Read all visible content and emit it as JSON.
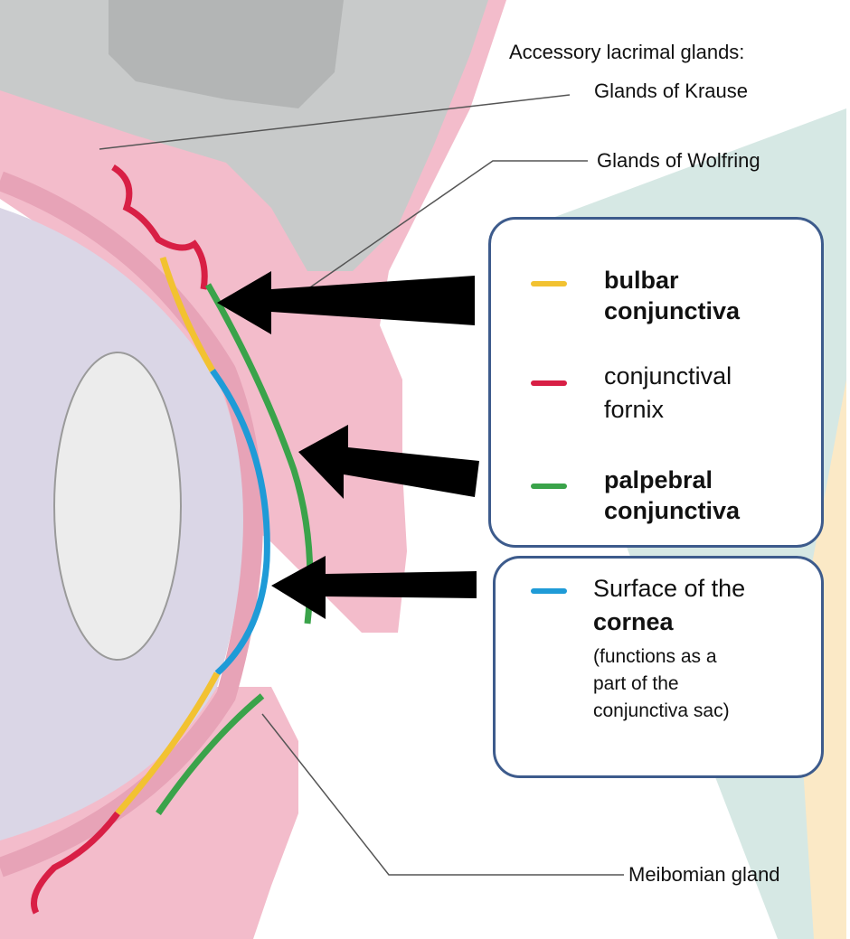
{
  "labels": {
    "accessory": "Accessory lacrimal glands:",
    "krause": "Glands of Krause",
    "wolfring": "Glands of Wolfring",
    "meibomian": "Meibomian gland"
  },
  "legend": {
    "bulbar": {
      "line1": "bulbar",
      "line2": "conjunctiva",
      "color": "#f2c231"
    },
    "fornix": {
      "line1": "conjunctival",
      "line2": "fornix",
      "color": "#d81f45"
    },
    "palpebral": {
      "line1": "palpebral",
      "line2": "conjunctiva",
      "color": "#3aa34a"
    },
    "cornea": {
      "line1": "Surface of the",
      "line2": "cornea",
      "note1": "(functions as a",
      "note2": "part of the",
      "note3": "conjunctiva sac)",
      "color": "#1f9bd7"
    }
  },
  "colors": {
    "skin": "#f1b8c8",
    "skin_dark": "#e89ab0",
    "globe": "#dcd7e8",
    "lens": "#ececec",
    "bone": "#c4c6c6",
    "teal_wedge": "#cfe3df",
    "yellow_wedge": "#fbe8c0",
    "arrow": "#000000"
  },
  "icons": [
    "arrow-icon"
  ]
}
